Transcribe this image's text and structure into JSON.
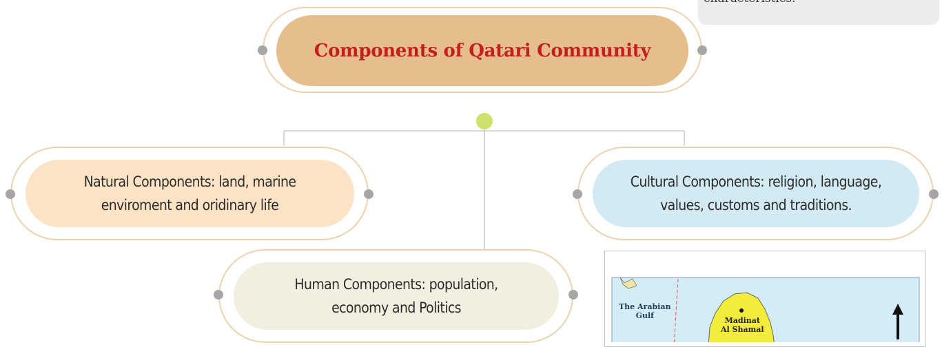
{
  "note": {
    "text": "characteristics."
  },
  "diagram": {
    "title": "Components of Qatari Community",
    "nodes": {
      "natural": {
        "line1": "Natural Components: land, marine",
        "line2": "enviroment and oridinary life"
      },
      "cultural": {
        "line1": "Cultural Components: religion, language,",
        "line2": "values, customs and traditions."
      },
      "human": {
        "line1": "Human Components: population,",
        "line2": "economy and Politics"
      }
    },
    "colors": {
      "title_fill": "#e6bd8c",
      "title_text": "#c21f1f",
      "natural_fill": "#fde3c6",
      "cultural_fill": "#d3eaf3",
      "human_fill": "#f1f0e0",
      "frame_border": "#ebd3b0",
      "connector": "#bfbfbf",
      "hub": "#cfe06b"
    }
  },
  "map": {
    "sea_label_line1": "The Arabian",
    "sea_label_line2": "Gulf",
    "city_line1": "Madinat",
    "city_line2": "Al Shamal",
    "north_arrow": "north-arrow-icon"
  }
}
